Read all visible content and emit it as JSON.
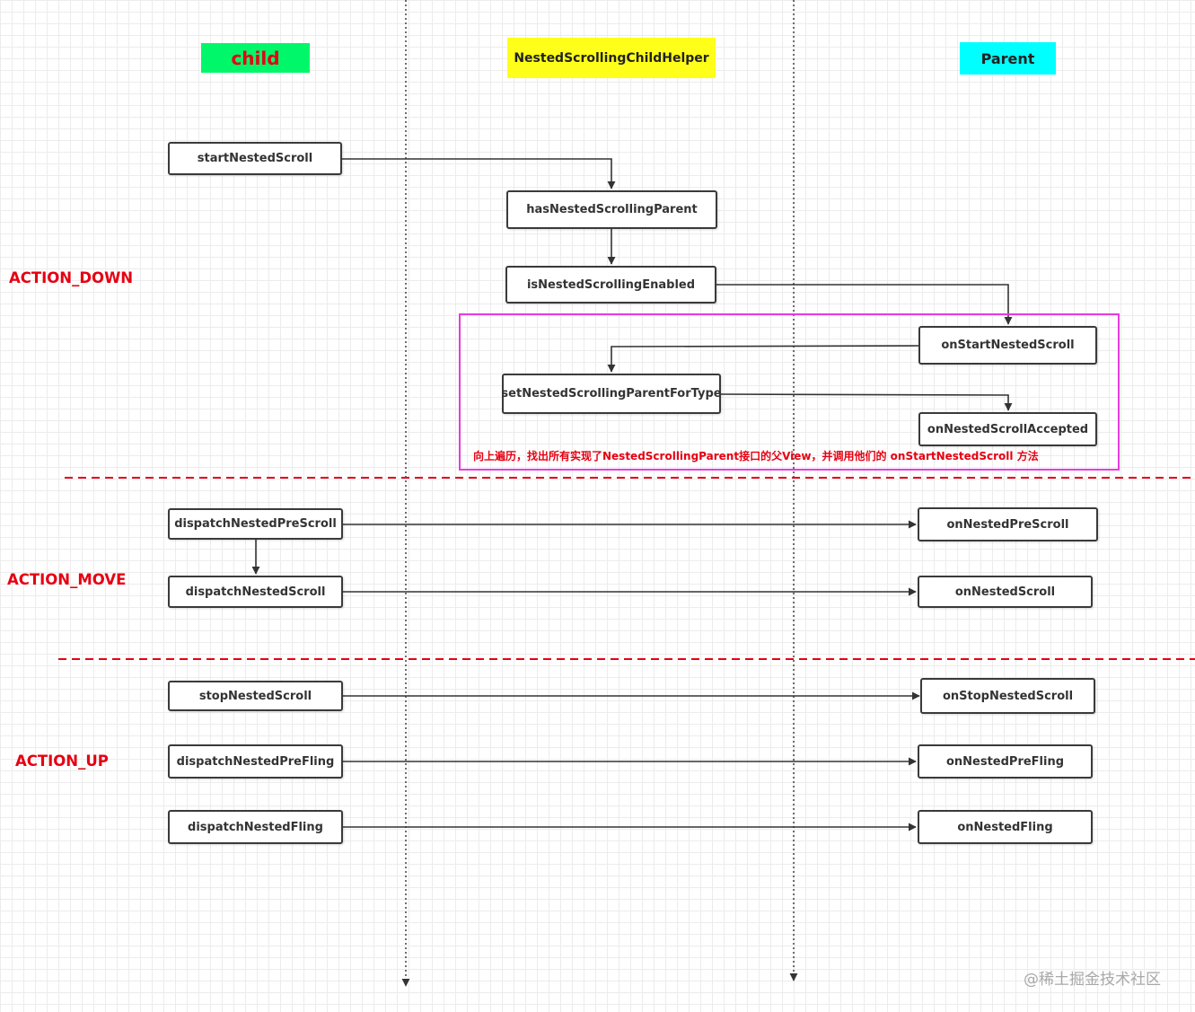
{
  "headers": {
    "child": {
      "label": "child",
      "bg": "#00f76a",
      "color": "#e60012"
    },
    "helper": {
      "label": "NestedScrollingChildHelper",
      "bg": "#ffff1a",
      "color": "#222222"
    },
    "parent": {
      "label": "Parent",
      "bg": "#00ffff",
      "color": "#222222"
    }
  },
  "phases": {
    "down": "ACTION_DOWN",
    "move": "ACTION_MOVE",
    "up": "ACTION_UP"
  },
  "nodes": {
    "startNestedScroll": "startNestedScroll",
    "hasNestedScrollingParent": "hasNestedScrollingParent",
    "isNestedScrollingEnabled": "isNestedScrollingEnabled",
    "onStartNestedScroll": "onStartNestedScroll",
    "setNestedScrollingParentForType": "setNestedScrollingParentForType",
    "onNestedScrollAccepted": "onNestedScrollAccepted",
    "dispatchNestedPreScroll": "dispatchNestedPreScroll",
    "onNestedPreScroll": "onNestedPreScroll",
    "dispatchNestedScroll": "dispatchNestedScroll",
    "onNestedScroll": "onNestedScroll",
    "stopNestedScroll": "stopNestedScroll",
    "onStopNestedScroll": "onStopNestedScroll",
    "dispatchNestedPreFling": "dispatchNestedPreFling",
    "onNestedPreFling": "onNestedPreFling",
    "dispatchNestedFling": "dispatchNestedFling",
    "onNestedFling": "onNestedFling"
  },
  "note": "向上遍历，找出所有实现了NestedScrollingParent接口的父View，并调用他们的 onStartNestedScroll 方法",
  "colors": {
    "phase_text": "#e60012",
    "group_border": "#e63be0",
    "separator": "#e60012",
    "node_border": "#3a3a3a",
    "arrow": "#333333"
  },
  "watermark": "@稀土掘金技术社区"
}
